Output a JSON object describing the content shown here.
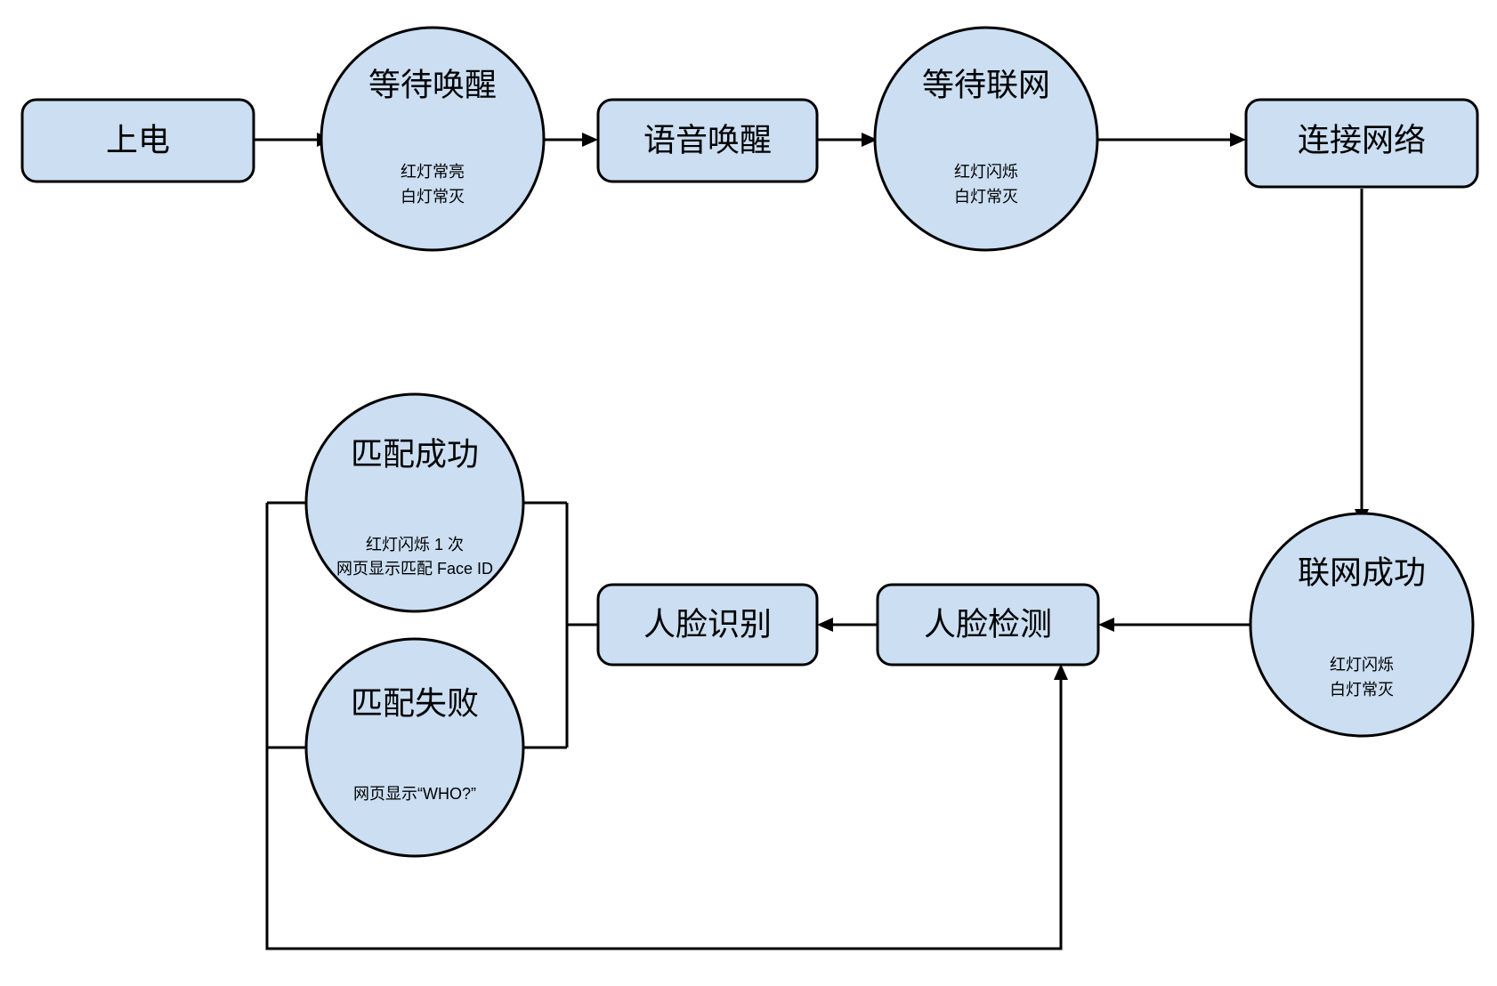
{
  "diagram": {
    "title": "Face recognition device state flow",
    "background_color": "#ffffff",
    "node_fill_color": "#cbdef2",
    "node_stroke_color": "#000000",
    "connector_color": "#000000"
  },
  "nodes": {
    "power_on": {
      "label": "上电",
      "shape": "rounded-rect"
    },
    "wait_wakeup": {
      "label": "等待唤醒",
      "shape": "circle",
      "sub_line_1": "红灯常亮",
      "sub_line_2": "白灯常灭"
    },
    "voice_wakeup": {
      "label": "语音唤醒",
      "shape": "rounded-rect"
    },
    "wait_network": {
      "label": "等待联网",
      "shape": "circle",
      "sub_line_1": "红灯闪烁",
      "sub_line_2": "白灯常灭"
    },
    "connect_network": {
      "label": "连接网络",
      "shape": "rounded-rect"
    },
    "network_success": {
      "label": "联网成功",
      "shape": "circle",
      "sub_line_1": "红灯闪烁",
      "sub_line_2": "白灯常灭"
    },
    "face_detect": {
      "label": "人脸检测",
      "shape": "rounded-rect"
    },
    "face_recognize": {
      "label": "人脸识别",
      "shape": "rounded-rect"
    },
    "match_success": {
      "label": "匹配成功",
      "shape": "circle",
      "sub_line_1": "红灯闪烁 1 次",
      "sub_line_2": "网页显示匹配 Face ID"
    },
    "match_fail": {
      "label": "匹配失败",
      "shape": "circle",
      "sub_line_1": "网页显示“WHO?”",
      "sub_line_2": ""
    }
  },
  "edges": [
    {
      "name": "power-on-to-wait-wakeup",
      "from": "上电",
      "to": "等待唤醒",
      "arrow": true
    },
    {
      "name": "wait-wakeup-to-voice-wakeup",
      "from": "等待唤醒",
      "to": "语音唤醒",
      "arrow": true
    },
    {
      "name": "voice-wakeup-to-wait-network",
      "from": "语音唤醒",
      "to": "等待联网",
      "arrow": true
    },
    {
      "name": "wait-network-to-connect-network",
      "from": "等待联网",
      "to": "连接网络",
      "arrow": true
    },
    {
      "name": "connect-network-to-network-success",
      "from": "连接网络",
      "to": "联网成功",
      "arrow": true
    },
    {
      "name": "network-success-to-face-detect",
      "from": "联网成功",
      "to": "人脸检测",
      "arrow": true
    },
    {
      "name": "face-detect-to-face-recognize",
      "from": "人脸检测",
      "to": "人脸识别",
      "arrow": true
    },
    {
      "name": "face-recognize-to-match-results",
      "from": "人脸识别",
      "to": "匹配成功 / 匹配失败",
      "arrow": false
    },
    {
      "name": "match-results-back-to-face-detect",
      "from": "匹配成功 / 匹配失败",
      "to": "人脸检测",
      "arrow": true
    }
  ]
}
